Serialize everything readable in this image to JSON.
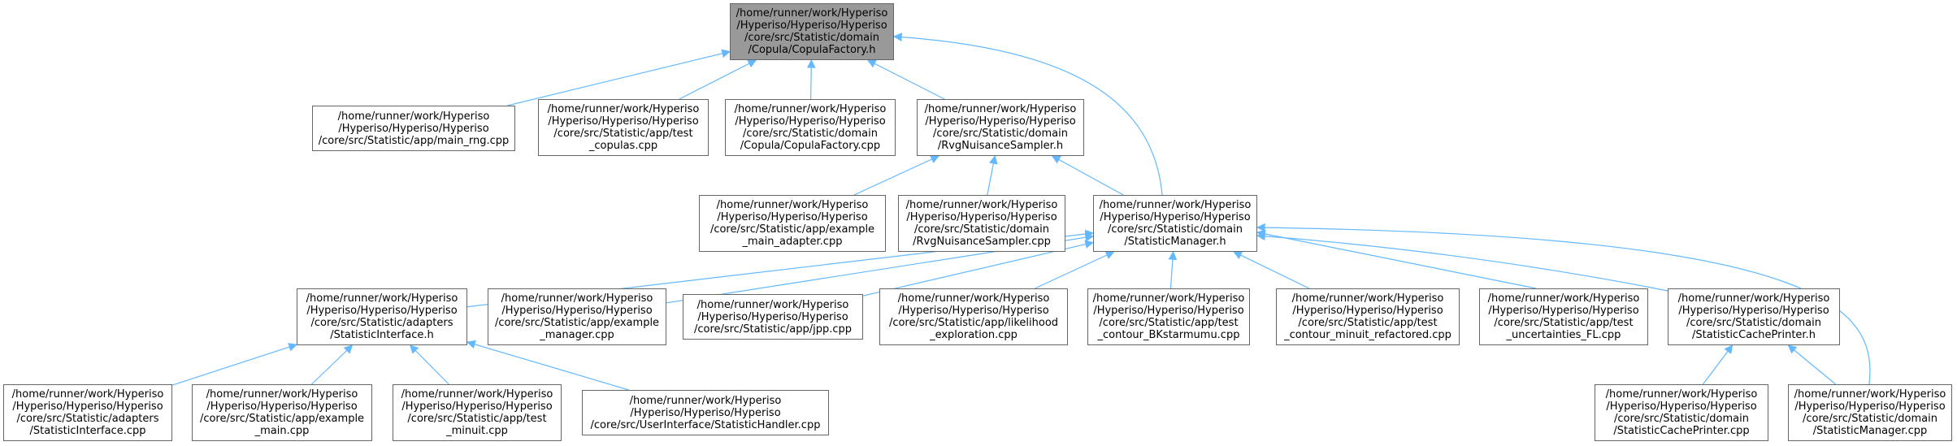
{
  "graph": {
    "edge_color": "#63b8ff",
    "root_fill": "#999999",
    "node_fill": "#ffffff",
    "node_border": "#666666",
    "nodes": [
      {
        "id": "copula_h",
        "label": "/home/runner/work/Hyperiso\n/Hyperiso/Hyperiso/Hyperiso\n/core/src/Statistic/domain\n/Copula/CopulaFactory.h",
        "root": true
      },
      {
        "id": "main_rng",
        "label": "/home/runner/work/Hyperiso\n/Hyperiso/Hyperiso/Hyperiso\n/core/src/Statistic/app/main_rng.cpp"
      },
      {
        "id": "test_copulas",
        "label": "/home/runner/work/Hyperiso\n/Hyperiso/Hyperiso/Hyperiso\n/core/src/Statistic/app/test\n_copulas.cpp"
      },
      {
        "id": "copula_cpp",
        "label": "/home/runner/work/Hyperiso\n/Hyperiso/Hyperiso/Hyperiso\n/core/src/Statistic/domain\n/Copula/CopulaFactory.cpp"
      },
      {
        "id": "rvg_h",
        "label": "/home/runner/work/Hyperiso\n/Hyperiso/Hyperiso/Hyperiso\n/core/src/Statistic/domain\n/RvgNuisanceSampler.h"
      },
      {
        "id": "example_main_adapter",
        "label": "/home/runner/work/Hyperiso\n/Hyperiso/Hyperiso/Hyperiso\n/core/src/Statistic/app/example\n_main_adapter.cpp"
      },
      {
        "id": "rvg_cpp",
        "label": "/home/runner/work/Hyperiso\n/Hyperiso/Hyperiso/Hyperiso\n/core/src/Statistic/domain\n/RvgNuisanceSampler.cpp"
      },
      {
        "id": "statmgr_h",
        "label": "/home/runner/work/Hyperiso\n/Hyperiso/Hyperiso/Hyperiso\n/core/src/Statistic/domain\n/StatisticManager.h"
      },
      {
        "id": "statiface_h",
        "label": "/home/runner/work/Hyperiso\n/Hyperiso/Hyperiso/Hyperiso\n/core/src/Statistic/adapters\n/StatisticInterface.h"
      },
      {
        "id": "example_manager",
        "label": "/home/runner/work/Hyperiso\n/Hyperiso/Hyperiso/Hyperiso\n/core/src/Statistic/app/example\n_manager.cpp"
      },
      {
        "id": "jpp",
        "label": "/home/runner/work/Hyperiso\n/Hyperiso/Hyperiso/Hyperiso\n/core/src/Statistic/app/jpp.cpp"
      },
      {
        "id": "likelihood",
        "label": "/home/runner/work/Hyperiso\n/Hyperiso/Hyperiso/Hyperiso\n/core/src/Statistic/app/likelihood\n_exploration.cpp"
      },
      {
        "id": "test_contour_bk",
        "label": "/home/runner/work/Hyperiso\n/Hyperiso/Hyperiso/Hyperiso\n/core/src/Statistic/app/test\n_contour_BKstarmumu.cpp"
      },
      {
        "id": "test_contour_minuit",
        "label": "/home/runner/work/Hyperiso\n/Hyperiso/Hyperiso/Hyperiso\n/core/src/Statistic/app/test\n_contour_minuit_refactored.cpp"
      },
      {
        "id": "test_uncert",
        "label": "/home/runner/work/Hyperiso\n/Hyperiso/Hyperiso/Hyperiso\n/core/src/Statistic/app/test\n_uncertainties_FL.cpp"
      },
      {
        "id": "cacheprinter_h",
        "label": "/home/runner/work/Hyperiso\n/Hyperiso/Hyperiso/Hyperiso\n/core/src/Statistic/domain\n/StatisticCachePrinter.h"
      },
      {
        "id": "statiface_cpp",
        "label": "/home/runner/work/Hyperiso\n/Hyperiso/Hyperiso/Hyperiso\n/core/src/Statistic/adapters\n/StatisticInterface.cpp"
      },
      {
        "id": "example_main",
        "label": "/home/runner/work/Hyperiso\n/Hyperiso/Hyperiso/Hyperiso\n/core/src/Statistic/app/example\n_main.cpp"
      },
      {
        "id": "test_minuit",
        "label": "/home/runner/work/Hyperiso\n/Hyperiso/Hyperiso/Hyperiso\n/core/src/Statistic/app/test\n_minuit.cpp"
      },
      {
        "id": "statistichandler",
        "label": "/home/runner/work/Hyperiso\n/Hyperiso/Hyperiso/Hyperiso\n/core/src/UserInterface/StatisticHandler.cpp"
      },
      {
        "id": "cacheprinter_cpp",
        "label": "/home/runner/work/Hyperiso\n/Hyperiso/Hyperiso/Hyperiso\n/core/src/Statistic/domain\n/StatisticCachePrinter.cpp"
      },
      {
        "id": "statmgr_cpp",
        "label": "/home/runner/work/Hyperiso\n/Hyperiso/Hyperiso/Hyperiso\n/core/src/Statistic/domain\n/StatisticManager.cpp"
      }
    ],
    "edges": [
      [
        "main_rng",
        "copula_h"
      ],
      [
        "test_copulas",
        "copula_h"
      ],
      [
        "copula_cpp",
        "copula_h"
      ],
      [
        "rvg_h",
        "copula_h"
      ],
      [
        "statmgr_h",
        "copula_h"
      ],
      [
        "example_main_adapter",
        "rvg_h"
      ],
      [
        "rvg_cpp",
        "rvg_h"
      ],
      [
        "statmgr_h",
        "rvg_h"
      ],
      [
        "statiface_h",
        "statmgr_h"
      ],
      [
        "example_manager",
        "statmgr_h"
      ],
      [
        "jpp",
        "statmgr_h"
      ],
      [
        "likelihood",
        "statmgr_h"
      ],
      [
        "test_contour_bk",
        "statmgr_h"
      ],
      [
        "test_contour_minuit",
        "statmgr_h"
      ],
      [
        "test_uncert",
        "statmgr_h"
      ],
      [
        "cacheprinter_h",
        "statmgr_h"
      ],
      [
        "statmgr_cpp",
        "statmgr_h"
      ],
      [
        "statiface_cpp",
        "statiface_h"
      ],
      [
        "example_main",
        "statiface_h"
      ],
      [
        "test_minuit",
        "statiface_h"
      ],
      [
        "statistichandler",
        "statiface_h"
      ],
      [
        "cacheprinter_cpp",
        "cacheprinter_h"
      ],
      [
        "statmgr_cpp",
        "cacheprinter_h"
      ]
    ]
  }
}
